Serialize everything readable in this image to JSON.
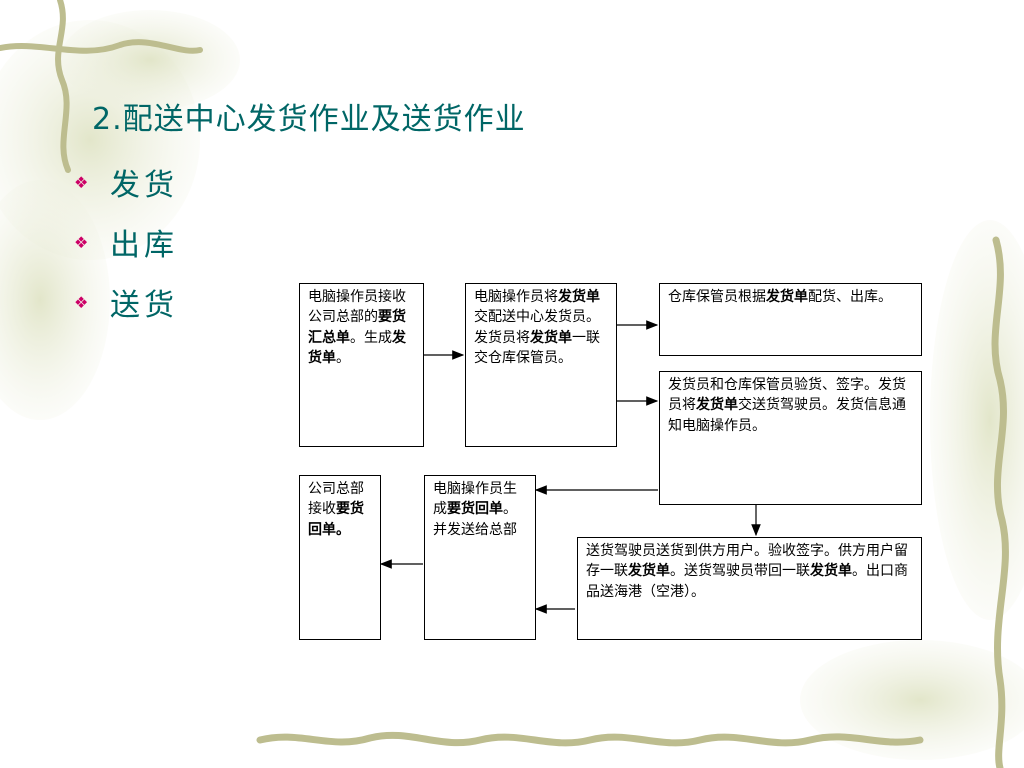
{
  "slide": {
    "title": "2.配送中心发货作业及送货作业",
    "bullet_symbol": "❖",
    "bullets": [
      "发货",
      "出库",
      "送货"
    ]
  },
  "flow": {
    "box1": [
      {
        "t": "电脑操作员接收公司总部的"
      },
      {
        "t": "要货汇总单",
        "b": true
      },
      {
        "t": "。生成"
      },
      {
        "t": "发货单",
        "b": true
      },
      {
        "t": "。"
      }
    ],
    "box2": [
      {
        "t": "电脑操作员将"
      },
      {
        "t": "发货单",
        "b": true
      },
      {
        "t": "交配送中心发货员。发货员将"
      },
      {
        "t": "发货单",
        "b": true
      },
      {
        "t": "一联交仓库保管员。"
      }
    ],
    "box3": [
      {
        "t": "仓库保管员根据"
      },
      {
        "t": "发货单",
        "b": true
      },
      {
        "t": "配货、出库。"
      }
    ],
    "box4": [
      {
        "t": "发货员和仓库保管员验货、签字。发货员将"
      },
      {
        "t": "发货单",
        "b": true
      },
      {
        "t": "交送货驾驶员。发货信息通知电脑操作员。"
      }
    ],
    "box5": [
      {
        "t": "送货驾驶员送货到供方用户。验收签字。供方用户留存一联"
      },
      {
        "t": "发货单",
        "b": true
      },
      {
        "t": "。送货驾驶员带回一联"
      },
      {
        "t": "发货单",
        "b": true
      },
      {
        "t": "。出口商品送海港（空港）。"
      }
    ],
    "box6": [
      {
        "t": "电脑操作员生成"
      },
      {
        "t": "要货回单",
        "b": true
      },
      {
        "t": "。并发送给总部"
      }
    ],
    "box7": [
      {
        "t": "公司总部接收"
      },
      {
        "t": "要货回单。",
        "b": true
      }
    ]
  },
  "colors": {
    "title": "#006666",
    "bullet_mark": "#cc0066",
    "border": "#000000",
    "vine": "#c9c9a0",
    "leaf": "#d7dcb6"
  }
}
